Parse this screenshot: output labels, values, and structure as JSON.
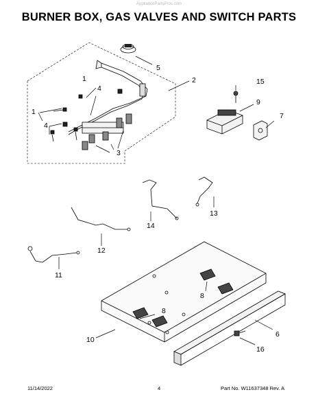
{
  "header": {
    "watermark": "AppliancePartsPros.com",
    "title": "BURNER BOX, GAS VALVES AND SWITCH PARTS"
  },
  "callouts": {
    "c1a": "1",
    "c1b": "1",
    "c2": "2",
    "c3": "3",
    "c4a": "4",
    "c4b": "4",
    "c5": "5",
    "c6": "6",
    "c7": "7",
    "c8a": "8",
    "c8b": "8",
    "c9": "9",
    "c10": "10",
    "c11": "11",
    "c12": "12",
    "c13": "13",
    "c14": "14",
    "c15": "15",
    "c16": "16"
  },
  "footer": {
    "date": "11/14/2022",
    "page": "4",
    "part": "Part No. W11637348  Rev. A"
  }
}
